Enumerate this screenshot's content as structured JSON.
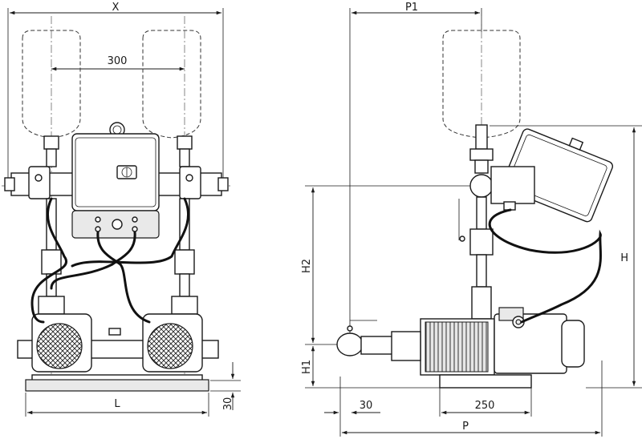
{
  "labels": {
    "x": "X",
    "spacing_300": "300",
    "length_l": "L",
    "base_30_left": "30",
    "p1": "P1",
    "h": "H",
    "h2": "H2",
    "h1": "H1",
    "offset_30": "30",
    "width_250": "250",
    "p": "P"
  }
}
